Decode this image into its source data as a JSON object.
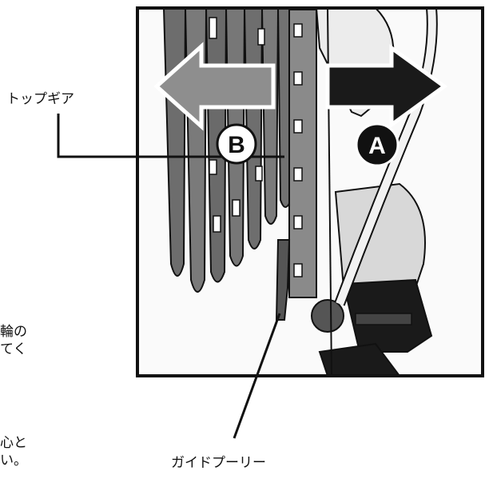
{
  "labels": {
    "top_gear": "トップギア",
    "guide_pulley": "ガイドプーリー",
    "marker_a": "A",
    "marker_b": "B"
  },
  "side_text": {
    "block1_line1": "輪の",
    "block1_line2": "てく",
    "block2_line1": "心と",
    "block2_line2": "い。"
  }
}
